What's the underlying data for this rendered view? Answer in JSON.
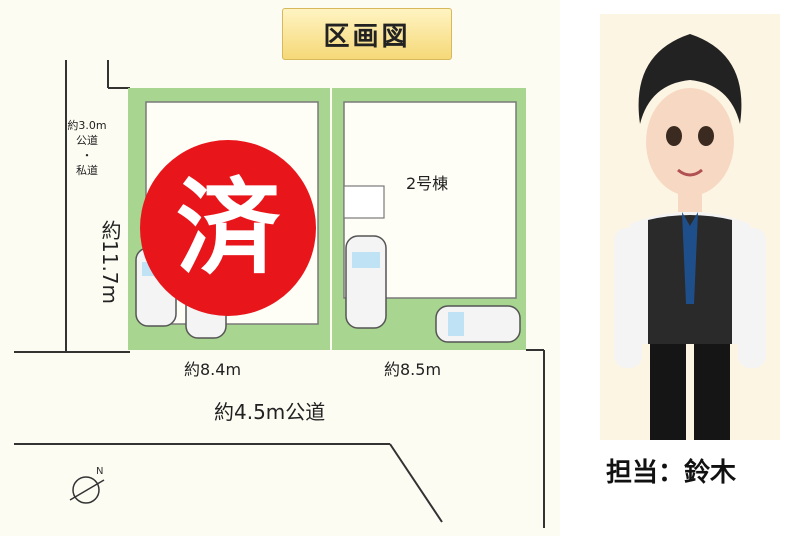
{
  "plan": {
    "title": "区画図",
    "left_road": "約3.0m\n公道\n・\n私道",
    "depth": "約11.7m",
    "lot2": "2号棟",
    "width1": "約8.4m",
    "width2": "約8.5m",
    "front_road": "約4.5m公道",
    "sold_stamp": "済"
  },
  "staff": {
    "label": "担当：鈴木"
  },
  "colors": {
    "lot_border": "#9fcf86",
    "lot_fill": "#fffdf2",
    "sold": "#e8151b"
  }
}
